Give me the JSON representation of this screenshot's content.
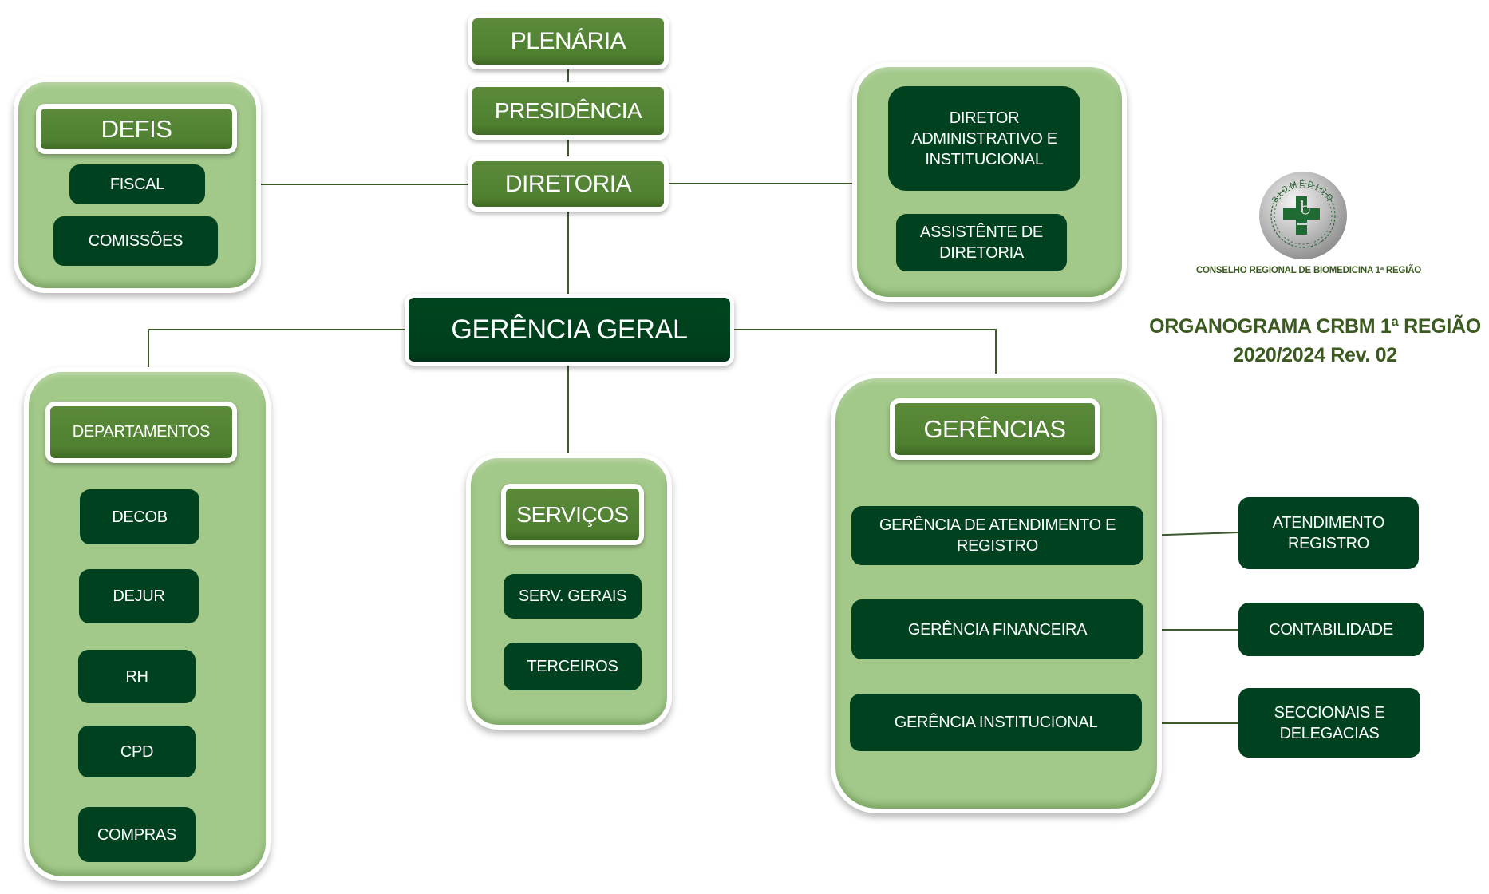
{
  "top": {
    "plenaria": "PLENÁRIA",
    "presidencia": "PRESIDÊNCIA",
    "diretoria": "DIRETORIA",
    "gerencia_geral": "GERÊNCIA GERAL"
  },
  "defis": {
    "header": "DEFIS",
    "items": [
      "FISCAL",
      "COMISSÕES"
    ]
  },
  "diretoria_group": {
    "items": [
      "DIRETOR ADMINISTRATIVO E INSTITUCIONAL",
      "ASSISTÊNTE DE DIRETORIA"
    ]
  },
  "departamentos": {
    "header": "DEPARTAMENTOS",
    "items": [
      "DECOB",
      "DEJUR",
      "RH",
      "CPD",
      "COMPRAS"
    ]
  },
  "servicos": {
    "header": "SERVIÇOS",
    "items": [
      "SERV. GERAIS",
      "TERCEIROS"
    ]
  },
  "gerencias": {
    "header": "GERÊNCIAS",
    "items": [
      "GERÊNCIA DE ATENDIMENTO E REGISTRO",
      "GERÊNCIA FINANCEIRA",
      "GERÊNCIA INSTITUCIONAL"
    ],
    "sub_items": [
      "ATENDIMENTO REGISTRO",
      "CONTABILIDADE",
      "SECCIONAIS E DELEGACIAS"
    ]
  },
  "branding": {
    "logo_ring_text": "BIOMÉDICO",
    "logo_icon": "biomedicine-cross-microscope-emblem",
    "org_name": "CONSELHO REGIONAL DE BIOMEDICINA 1ª REGIÃO",
    "title_line1": "ORGANOGRAMA CRBM 1ª REGIÃO",
    "title_line2": "2020/2024 Rev. 02"
  },
  "colors": {
    "header_green": "#548235",
    "dark_green": "#00421f",
    "container_green": "#a3c98a",
    "title_green": "#3b5a1f",
    "connector": "#3e5a2c"
  }
}
